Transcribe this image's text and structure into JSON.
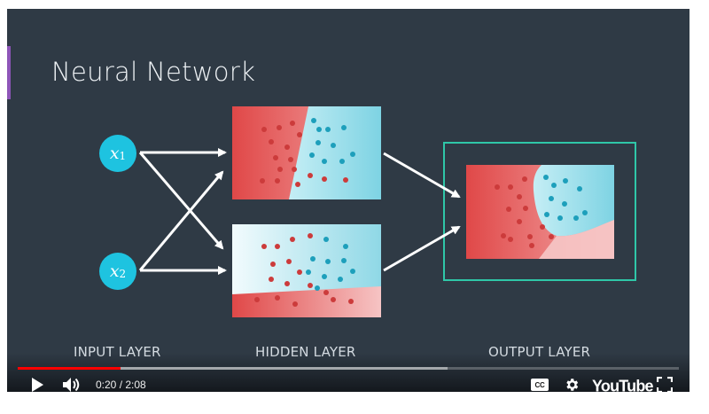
{
  "slide": {
    "title": "Neural Network",
    "labels": {
      "input": "INPUT LAYER",
      "hidden": "HIDDEN LAYER",
      "output": "OUTPUT LAYER"
    },
    "nodes": [
      {
        "var": "x",
        "sub": "1"
      },
      {
        "var": "x",
        "sub": "2"
      }
    ]
  },
  "player": {
    "time": "0:20 / 2:08",
    "progress": 0.156,
    "buffered": 0.65,
    "logo": "YouTube",
    "cc_label": "CC"
  },
  "colors": {
    "background": "#2f3a45",
    "node": "#1ec3e0",
    "red_region": "#e35454",
    "blue_region": "#8fd8e6",
    "red_point": "#cc3b3b",
    "blue_point": "#1d9fbb",
    "output_frame": "#2fc7a8",
    "progress": "#ff0000"
  },
  "icons": [
    "play-icon",
    "volume-icon",
    "closed-captions-icon",
    "gear-icon",
    "youtube-logo",
    "fullscreen-icon"
  ]
}
